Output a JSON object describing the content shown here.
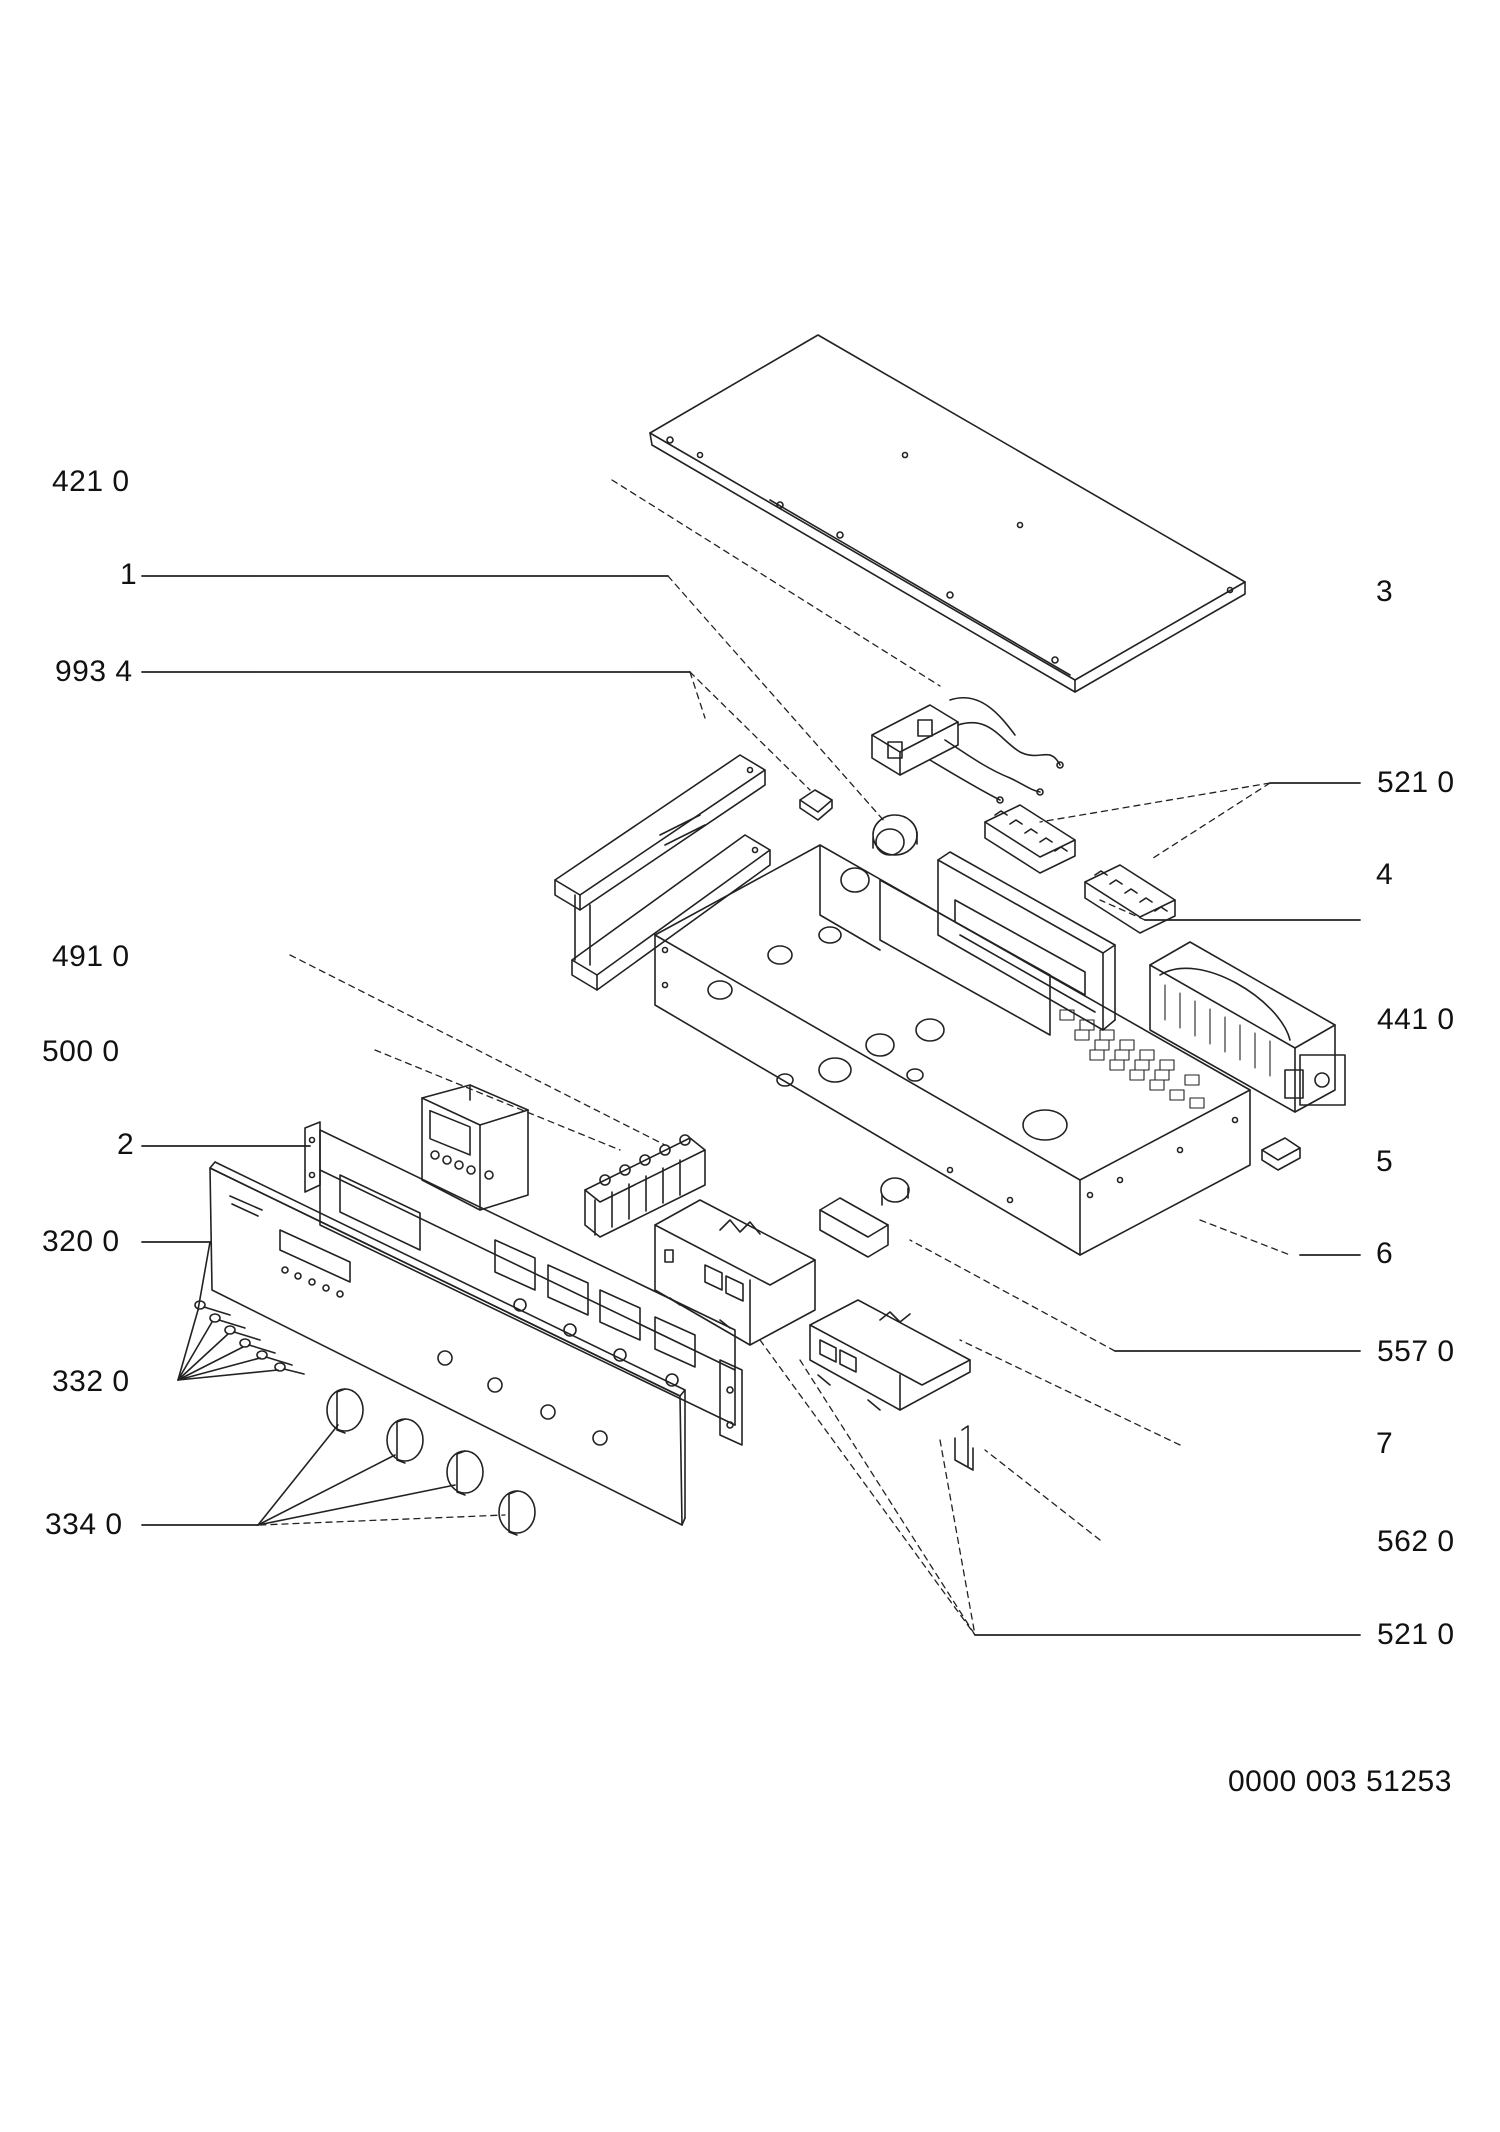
{
  "diagram": {
    "labels_left": [
      "421 0",
      "1",
      "993 4",
      "491 0",
      "500 0",
      "2",
      "320 0",
      "332 0",
      "334 0"
    ],
    "labels_right": [
      "3",
      "521 0",
      "4",
      "441 0",
      "5",
      "6",
      "557 0",
      "7",
      "562 0",
      "521 0"
    ],
    "document_number": "0000 003 51253"
  },
  "colors": {
    "line": "#222222",
    "background": "#ffffff"
  }
}
